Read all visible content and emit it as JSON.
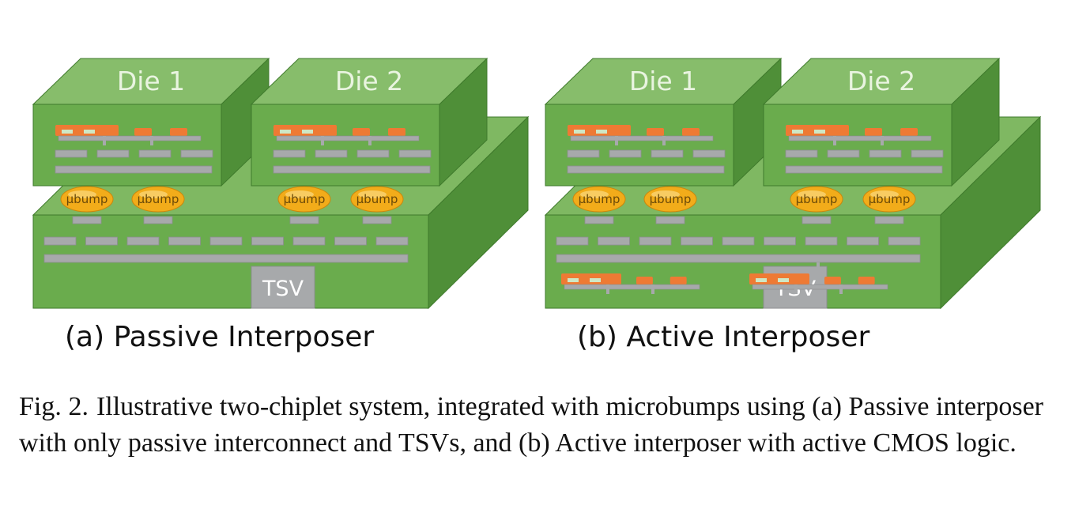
{
  "panels": [
    {
      "id": "a",
      "dies": [
        {
          "label": "Die 1"
        },
        {
          "label": "Die 2"
        }
      ],
      "bumps": [
        "μbump",
        "μbump",
        "μbump",
        "μbump"
      ],
      "tsv_label": "TSV",
      "active_logic": false,
      "caption": "(a) Passive Interposer"
    },
    {
      "id": "b",
      "dies": [
        {
          "label": "Die 1"
        },
        {
          "label": "Die 2"
        }
      ],
      "bumps": [
        "μbump",
        "μbump",
        "μbump",
        "μbump"
      ],
      "tsv_label": "TSV",
      "active_logic": true,
      "caption": "(b) Active Interposer"
    }
  ],
  "caption": {
    "label": "Fig. 2.",
    "text": "Illustrative two-chiplet system, integrated with microbumps using (a) Passive interposer with only passive interconnect and TSVs, and (b) Active interposer with active CMOS logic."
  },
  "colors": {
    "die_front": "#6aac4d",
    "die_top": "#87bd6b",
    "die_side": "#4f8f38",
    "interposer_front": "#6aac4d",
    "interposer_top": "#7fb862",
    "interposer_side": "#4f8f38",
    "wire": "#a7a9ab",
    "logic": "#ee7a34",
    "bump": "#f2ac1a",
    "tsv": "#a7a9ab"
  }
}
